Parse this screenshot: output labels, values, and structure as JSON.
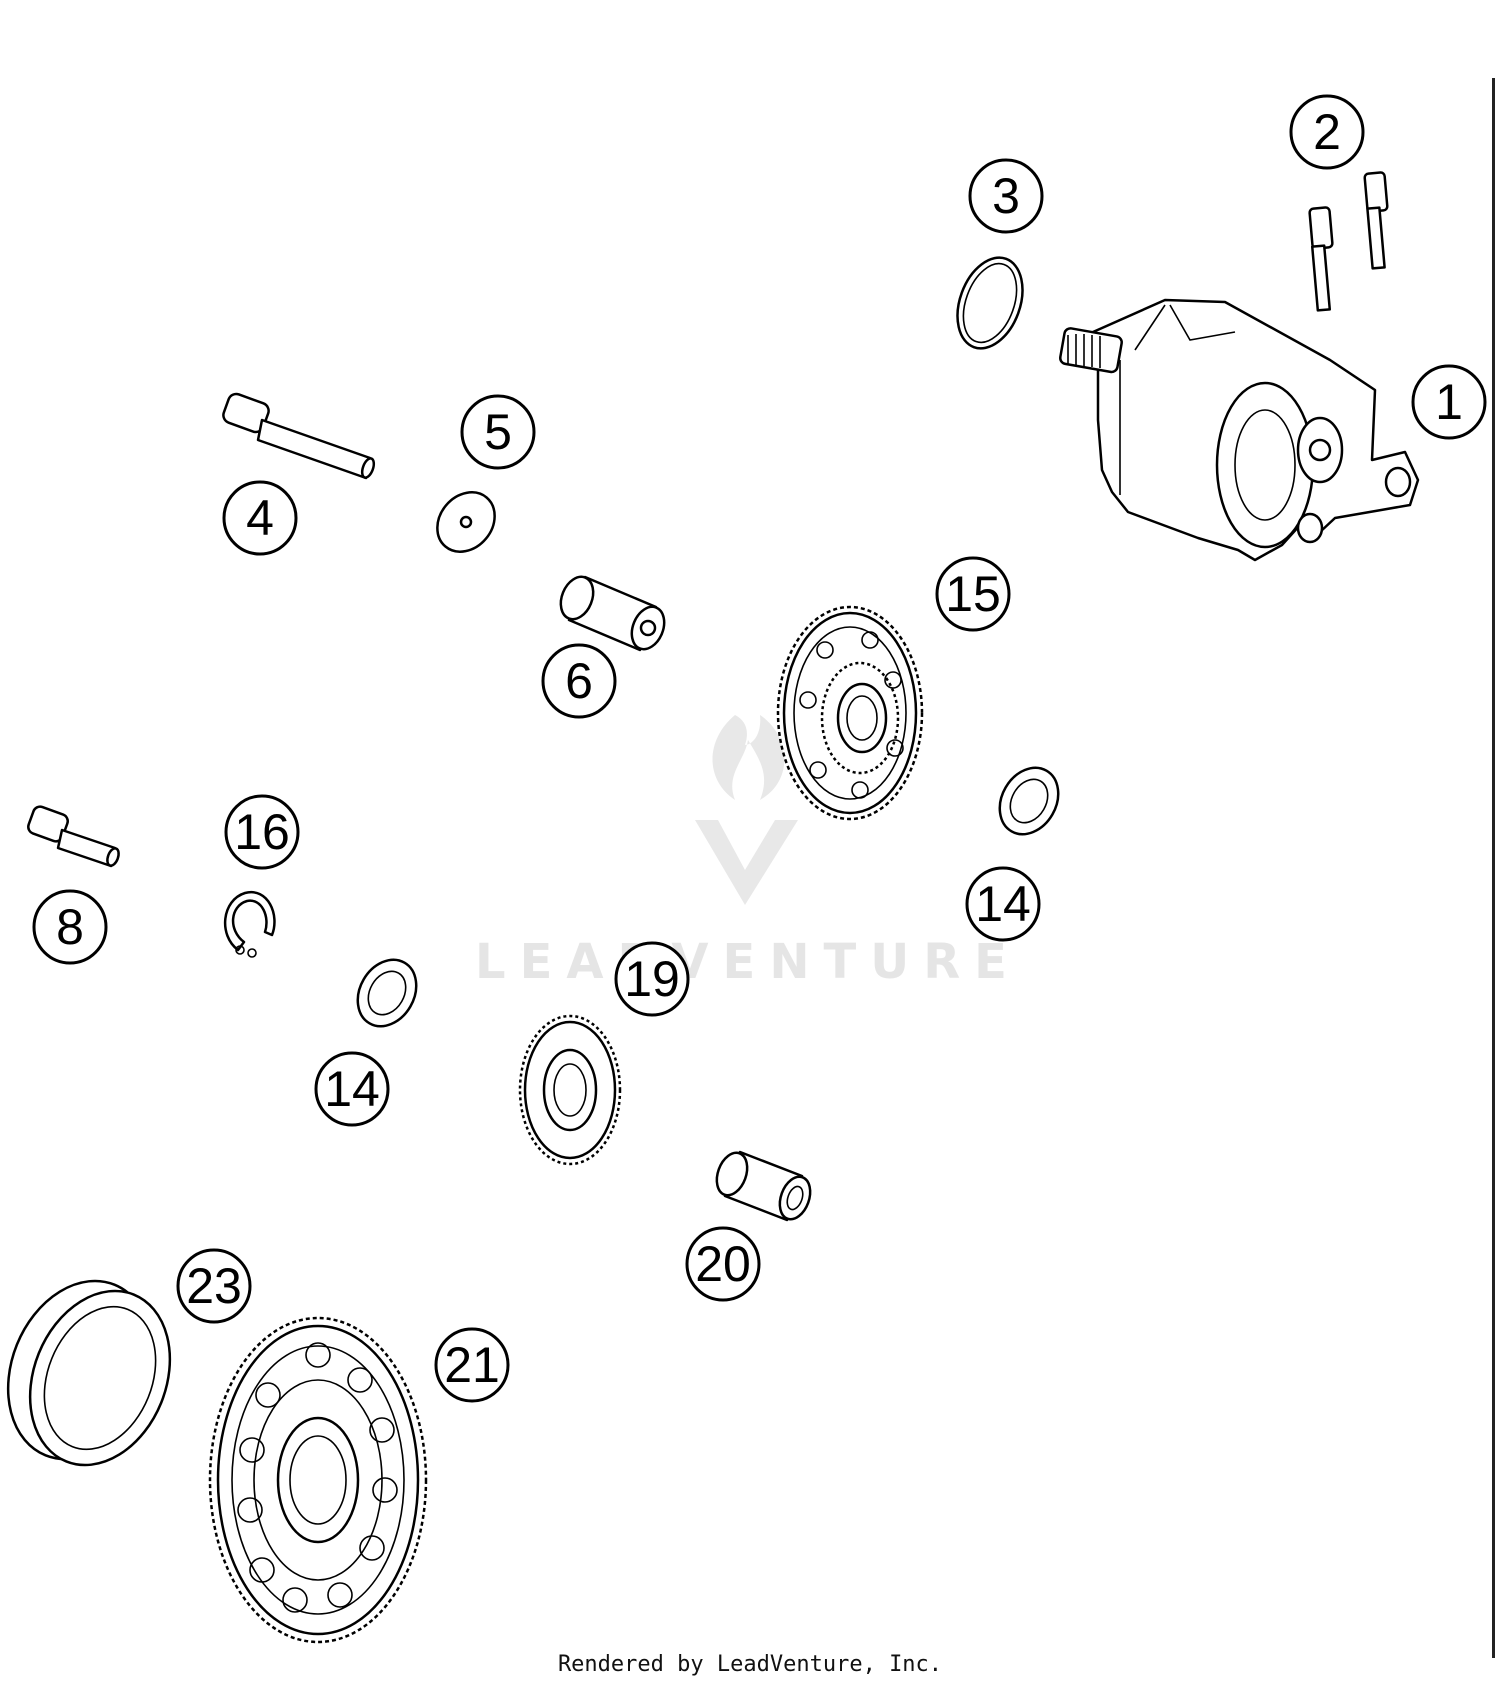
{
  "callouts": [
    {
      "id": "c1",
      "label": "1"
    },
    {
      "id": "c2",
      "label": "2"
    },
    {
      "id": "c3",
      "label": "3"
    },
    {
      "id": "c4",
      "label": "4"
    },
    {
      "id": "c5",
      "label": "5"
    },
    {
      "id": "c6",
      "label": "6"
    },
    {
      "id": "c8",
      "label": "8"
    },
    {
      "id": "c14a",
      "label": "14"
    },
    {
      "id": "c14b",
      "label": "14"
    },
    {
      "id": "c15",
      "label": "15"
    },
    {
      "id": "c16",
      "label": "16"
    },
    {
      "id": "c19",
      "label": "19"
    },
    {
      "id": "c20",
      "label": "20"
    },
    {
      "id": "c21",
      "label": "21"
    },
    {
      "id": "c23",
      "label": "23"
    }
  ],
  "watermark": "LEADVENTURE",
  "footer": {
    "credit": "Rendered by LeadVenture, Inc."
  }
}
